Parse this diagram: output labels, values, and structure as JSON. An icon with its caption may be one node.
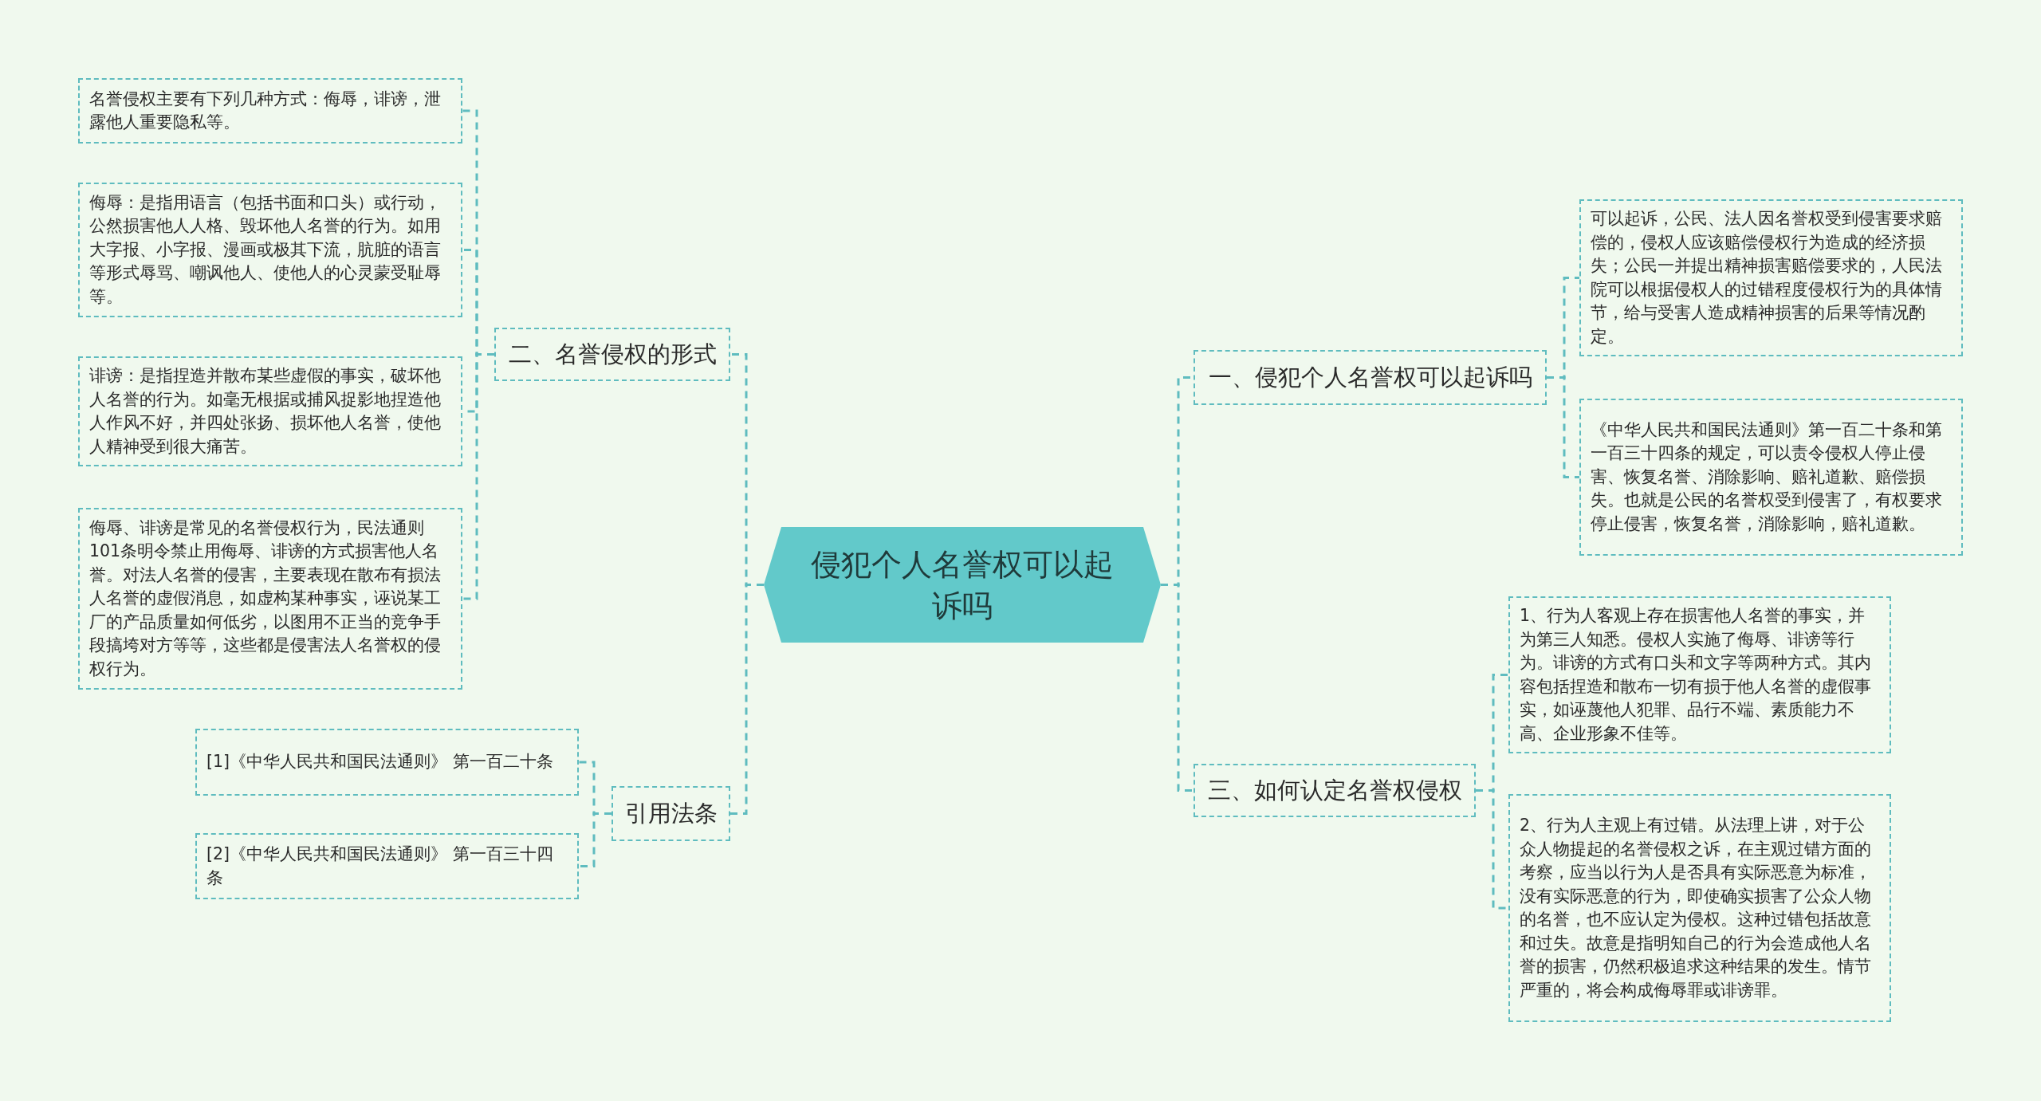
{
  "diagram": {
    "nodes": [
      {
        "text": [
          "侵犯个人名誉权可以起诉吗"
        ]
      },
      {
        "text": [
          "一、侵犯个人名誉权可以起诉吗"
        ]
      },
      {
        "text": [
          "可以起诉，公民、法人因名誉权受到侵害要求赔偿的，侵权人应该赔偿侵权行为造成的经济损失；公民一并提出精神损害赔偿要求的，人民法院可以根据侵权人的过错程度侵权行为的具体情节，给与受害人造成精神损害的后果等情况酌定。"
        ]
      },
      {
        "text": [
          "《中华人民共和国民法通则》第一百二十条和第一百三十四条的规定，可以责令侵权人停止侵害、恢复名誉、消除影响、赔礼道歉、赔偿损失。也就是公民的名誉权受到侵害了，有权要求停止侵害，恢复名誉，消除影响，赔礼道歉。"
        ]
      },
      {
        "text": [
          "三、如何认定名誉权侵权"
        ]
      },
      {
        "text": [
          "1、行为人客观上存在损害他人名誉的事实，并为第三人知悉。侵权人实施了侮辱、诽谤等行为。诽谤的方式有口头和文字等两种方式。其内容包括捏造和散布一切有损于他人名誉的虚假事实，如诬蔑他人犯罪、品行不端、素质能力不高、企业形象不佳等。"
        ]
      },
      {
        "text": [
          "2、行为人主观上有过错。从法理上讲，对于公众人物提起的名誉侵权之诉，在主观过错方面的考察，应当以行为人是否具有实际恶意为标准，没有实际恶意的行为，即使确实损害了公众人物的名誉，也不应认定为侵权。这种过错包括故意和过失。故意是指明知自己的行为会造成他人名誉的损害，仍然积极追求这种结果的发生。情节严重的，将会构成侮辱罪或诽谤罪。"
        ]
      },
      {
        "text": [
          "二、名誉侵权的形式"
        ]
      },
      {
        "text": [
          "名誉侵权主要有下列几种方式：侮辱，诽谤，泄露他人重要隐私等。"
        ]
      },
      {
        "text": [
          "侮辱：是指用语言（包括书面和口头）或行动，公然损害他人人格、毁坏他人名誉的行为。如用大字报、小字报、漫画或极其下流，肮脏的语言等形式辱骂、嘲讽他人、使他人的心灵蒙受耻辱等。"
        ]
      },
      {
        "text": [
          "诽谤：是指捏造并散布某些虚假的事实，破坏他人名誉的行为。如毫无根据或捕风捉影地捏造他人作风不好，并四处张扬、损坏他人名誉，使他人精神受到很大痛苦。"
        ]
      },
      {
        "text": [
          "侮辱、诽谤是常见的名誉侵权行为，民法通则101条明令禁止用侮辱、诽谤的方式损害他人名誉。对法人名誉的侵害，主要表现在散布有损法人名誉的虚假消息，如虚构某种事实，诬说某工厂的产品质量如何低劣，以图用不正当的竞争手段搞垮对方等等，这些都是侵害法人名誉权的侵权行为。"
        ]
      },
      {
        "text": [
          "引用法条"
        ]
      },
      {
        "text": [
          "[1]《中华人民共和国民法通则》 第一百二十条"
        ]
      },
      {
        "text": [
          "[2]《中华人民共和国民法通则》 第一百三十四条"
        ]
      }
    ],
    "edges": [
      {
        "from": 0,
        "to": 1,
        "arrow": "none"
      },
      {
        "from": 1,
        "to": 2,
        "arrow": "none"
      },
      {
        "from": 1,
        "to": 3,
        "arrow": "none"
      },
      {
        "from": 0,
        "to": 4,
        "arrow": "none"
      },
      {
        "from": 4,
        "to": 5,
        "arrow": "none"
      },
      {
        "from": 4,
        "to": 6,
        "arrow": "none"
      },
      {
        "from": 0,
        "to": 7,
        "arrow": "none"
      },
      {
        "from": 7,
        "to": 8,
        "arrow": "none"
      },
      {
        "from": 7,
        "to": 9,
        "arrow": "none"
      },
      {
        "from": 7,
        "to": 10,
        "arrow": "none"
      },
      {
        "from": 7,
        "to": 11,
        "arrow": "none"
      },
      {
        "from": 0,
        "to": 12,
        "arrow": "none"
      },
      {
        "from": 12,
        "to": 13,
        "arrow": "none"
      },
      {
        "from": 12,
        "to": 14,
        "arrow": "none"
      }
    ]
  }
}
